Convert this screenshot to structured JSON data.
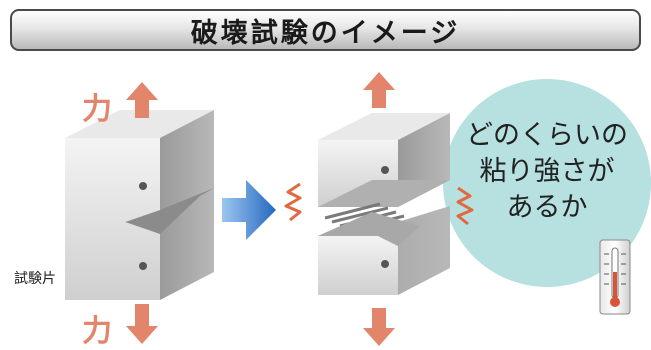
{
  "title": "破壊試験のイメージ",
  "labels": {
    "force_top": "力",
    "force_bottom": "力",
    "specimen": "試験片",
    "bubble": "どのくらいの\n粘り強さが\nあるか"
  },
  "colors": {
    "force_arrow": "#e3856b",
    "process_arrow": "#2f7fd4",
    "bubble_fill": "#b7e0e0",
    "spark": "#e06a40",
    "thermometer_mercury": "#d9533a"
  },
  "icons": [
    "arrow-up-icon",
    "arrow-down-icon",
    "arrow-right-icon",
    "crack-spark-icon",
    "thermometer-icon"
  ]
}
